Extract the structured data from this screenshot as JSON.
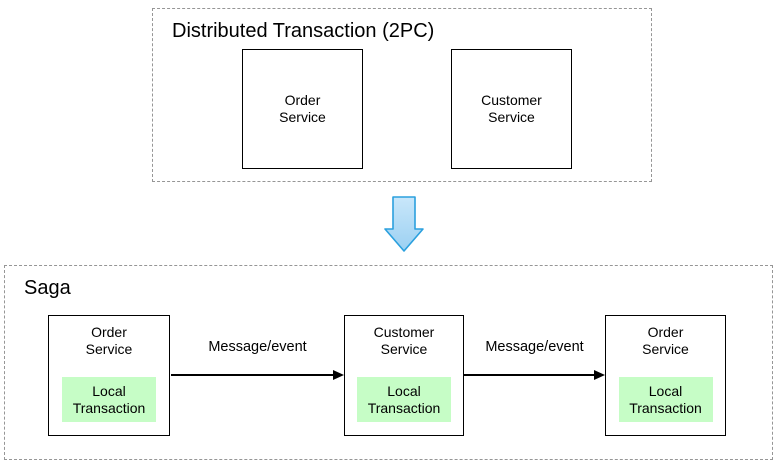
{
  "top_section": {
    "title": "Distributed Transaction (2PC)",
    "boxes": [
      {
        "label": "Order\nService"
      },
      {
        "label": "Customer\nService"
      }
    ]
  },
  "transform_arrow": {
    "icon": "down-block-arrow",
    "fill": "#a9d6f3",
    "stroke": "#2ba0de"
  },
  "bottom_section": {
    "title": "Saga",
    "steps": [
      {
        "service": "Order\nService",
        "local": "Local\nTransaction"
      },
      {
        "service": "Customer\nService",
        "local": "Local\nTransaction"
      },
      {
        "service": "Order\nService",
        "local": "Local\nTransaction"
      }
    ],
    "arrows": [
      {
        "label": "Message/event"
      },
      {
        "label": "Message/event"
      }
    ]
  },
  "colors": {
    "local_transaction_bg": "#c6fdc6",
    "dashed_border": "#969696",
    "box_border": "#000000",
    "arrow_line": "#000000"
  }
}
